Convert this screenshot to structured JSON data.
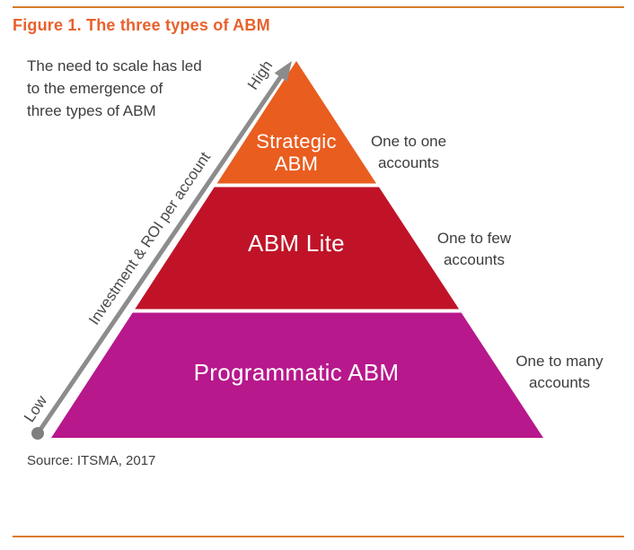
{
  "header": {
    "title": "Figure 1. The three types of ABM"
  },
  "annotation": {
    "line1": "The need to scale has led",
    "line2": "to the emergence of",
    "line3": "three types of ABM"
  },
  "axis": {
    "label": "Investment & ROI per account",
    "high_label": "High",
    "low_label": "Low"
  },
  "pyramid": {
    "levels": [
      {
        "name": "Strategic ABM",
        "label_line1": "Strategic",
        "label_line2": "ABM",
        "side_line1": "One to one",
        "side_line2": "accounts",
        "color": "#e95d1f"
      },
      {
        "name": "ABM Lite",
        "label_line1": "ABM Lite",
        "side_line1": "One to few",
        "side_line2": "accounts",
        "color": "#c01328"
      },
      {
        "name": "Programmatic ABM",
        "label_line1": "Programmatic ABM",
        "side_line1": "One to many",
        "side_line2": "accounts",
        "color": "#b7188c"
      }
    ]
  },
  "footer": {
    "source": "Source: ITSMA, 2017"
  },
  "colors": {
    "title": "#e8612c",
    "rule": "#d97b28",
    "arrow": "#8c8c8c",
    "body_text": "#3d3d3d"
  }
}
